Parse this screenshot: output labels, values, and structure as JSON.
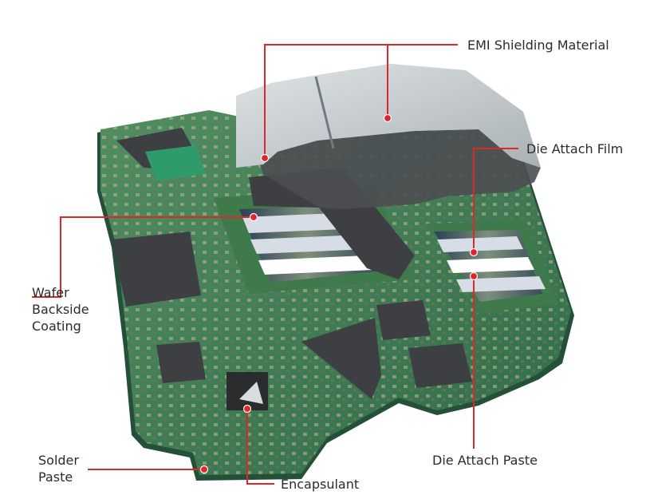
{
  "labels": {
    "emi": "EMI Shielding Material",
    "daf": "Die Attach Film",
    "wafer": [
      "Wafer",
      "Backside",
      "Coating"
    ],
    "dap": "Die Attach Paste",
    "solder": [
      "Solder",
      "Paste"
    ],
    "encapsulant": "Encapsulant"
  },
  "colors": {
    "callout": "#e0262b",
    "board": "#2f6b4a",
    "board_light": "#4f8f63",
    "shield": "#bfc6c9",
    "chip": "#3d3f42",
    "text": "#2b2b2b"
  }
}
